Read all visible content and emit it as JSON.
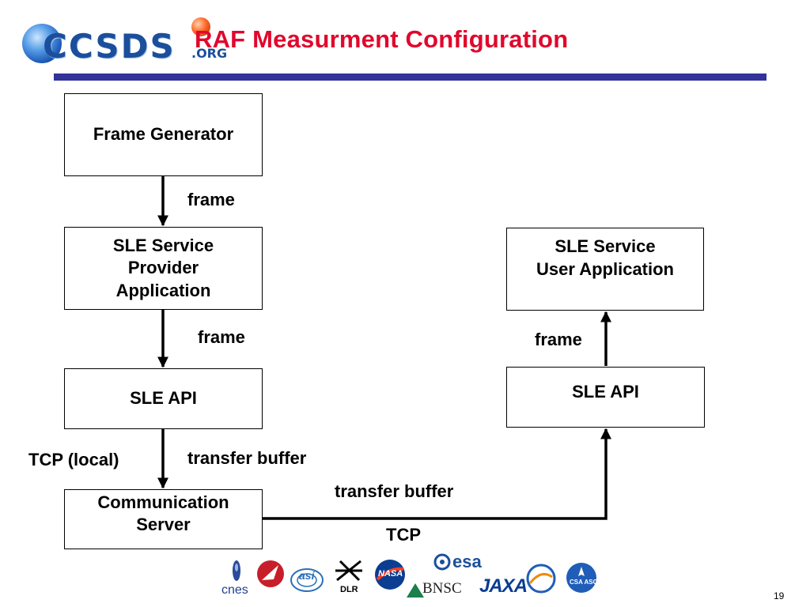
{
  "slide": {
    "title": "RAF Measurment Configuration",
    "page_number": "19"
  },
  "header": {
    "logo_text": "CCSDS",
    "logo_suffix": ".ORG"
  },
  "diagram": {
    "nodes": {
      "frame_generator": "Frame Generator",
      "provider_line1": "SLE Service",
      "provider_line2": "Provider",
      "provider_line3": "Application",
      "api_left": "SLE API",
      "comm_line1": "Communication",
      "comm_line2": "Server",
      "user_line1": "SLE Service",
      "user_line2": "User Application",
      "api_right": "SLE API"
    },
    "edge_labels": {
      "frame_1": "frame",
      "frame_2": "frame",
      "frame_3": "frame",
      "tcp_local": "TCP (local)",
      "transfer_buffer_1": "transfer buffer",
      "transfer_buffer_2": "transfer buffer",
      "tcp": "TCP"
    }
  },
  "footer_logos": {
    "cnes": "cnes",
    "asi": "asi",
    "dlr": "DLR",
    "nasa": "NASA",
    "esa": "esa",
    "bnsc": "BNSC",
    "jaxa": "JAXA",
    "csa": "CSA ASC"
  }
}
